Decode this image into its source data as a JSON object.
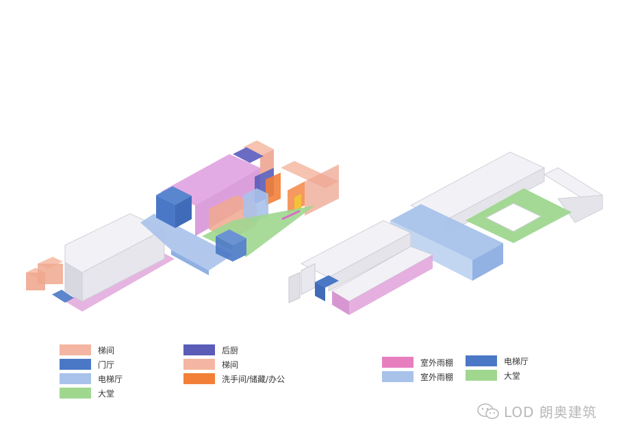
{
  "colors": {
    "salmon": "#f4b6a2",
    "dark_blue": "#4a78c6",
    "light_blue": "#a8c2ea",
    "green": "#9fd78f",
    "purple": "#5a5cb8",
    "orange": "#f28038",
    "pink": "#e79ad0",
    "lilac": "#d9a8e2",
    "grey": "#e8e8ee"
  },
  "legend_left": [
    {
      "label": "梯间",
      "color": "#f4b6a2"
    },
    {
      "label": "门厅",
      "color": "#4a78c6"
    },
    {
      "label": "电梯厅",
      "color": "#a8c2ea"
    },
    {
      "label": "大堂",
      "color": "#9fd78f"
    },
    {
      "label": "后厨",
      "color": "#5a5cb8"
    },
    {
      "label": "梯间",
      "color": "#f4b6a2"
    },
    {
      "label": "洗手间/储藏/办公",
      "color": "#f28038"
    }
  ],
  "legend_right": [
    {
      "label": "室外雨棚",
      "color": "#e77fbf"
    },
    {
      "label": "室外雨棚",
      "color": "#a8c2ea"
    },
    {
      "label": "电梯厅",
      "color": "#4a78c6"
    },
    {
      "label": "大堂",
      "color": "#9fd78f"
    }
  ],
  "watermark": {
    "text": "LOD 朗奥建筑",
    "icon": "wechat-icon"
  }
}
